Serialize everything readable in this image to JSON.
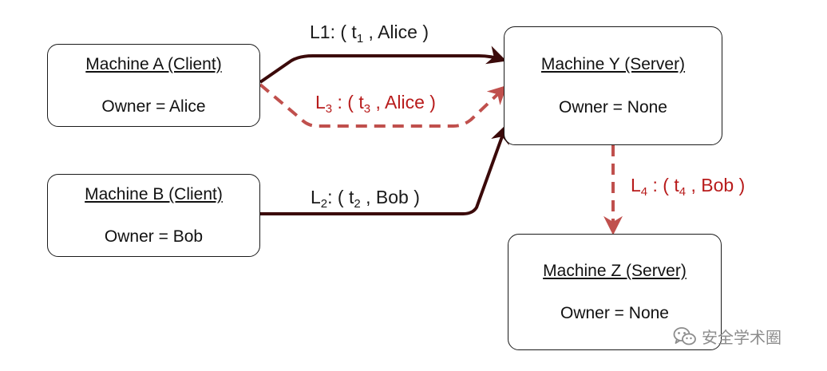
{
  "nodes": {
    "machine_a": {
      "title": "Machine A (Client)",
      "owner": "Owner = Alice"
    },
    "machine_b": {
      "title": "Machine B (Client)",
      "owner": "Owner = Bob"
    },
    "machine_y": {
      "title": "Machine Y (Server)",
      "owner": "Owner = None"
    },
    "machine_z": {
      "title": "Machine Z (Server)",
      "owner": "Owner = None"
    }
  },
  "edges": {
    "l1": {
      "name": "L1",
      "sep": ":  ( t",
      "t_sub": "1",
      "user": " , Alice )",
      "style": "solid",
      "color": "#3b0a0a"
    },
    "l2": {
      "name": "L",
      "name_sub": "2",
      "sep": ":  ( t",
      "t_sub": "2",
      "user": " , Bob )",
      "style": "solid",
      "color": "#3b0a0a"
    },
    "l3": {
      "name": "L",
      "name_sub": "3",
      "sep": " : ( t",
      "t_sub": "3",
      "user": " , Alice )",
      "style": "dashed",
      "color": "#c0504d"
    },
    "l4": {
      "name": "L",
      "name_sub": "4",
      "sep": " :  ( t",
      "t_sub": "4",
      "user": " , Bob )",
      "style": "dashed",
      "color": "#c0504d"
    }
  },
  "watermark": {
    "icon": "wechat-icon",
    "text": "安全学术圈"
  }
}
